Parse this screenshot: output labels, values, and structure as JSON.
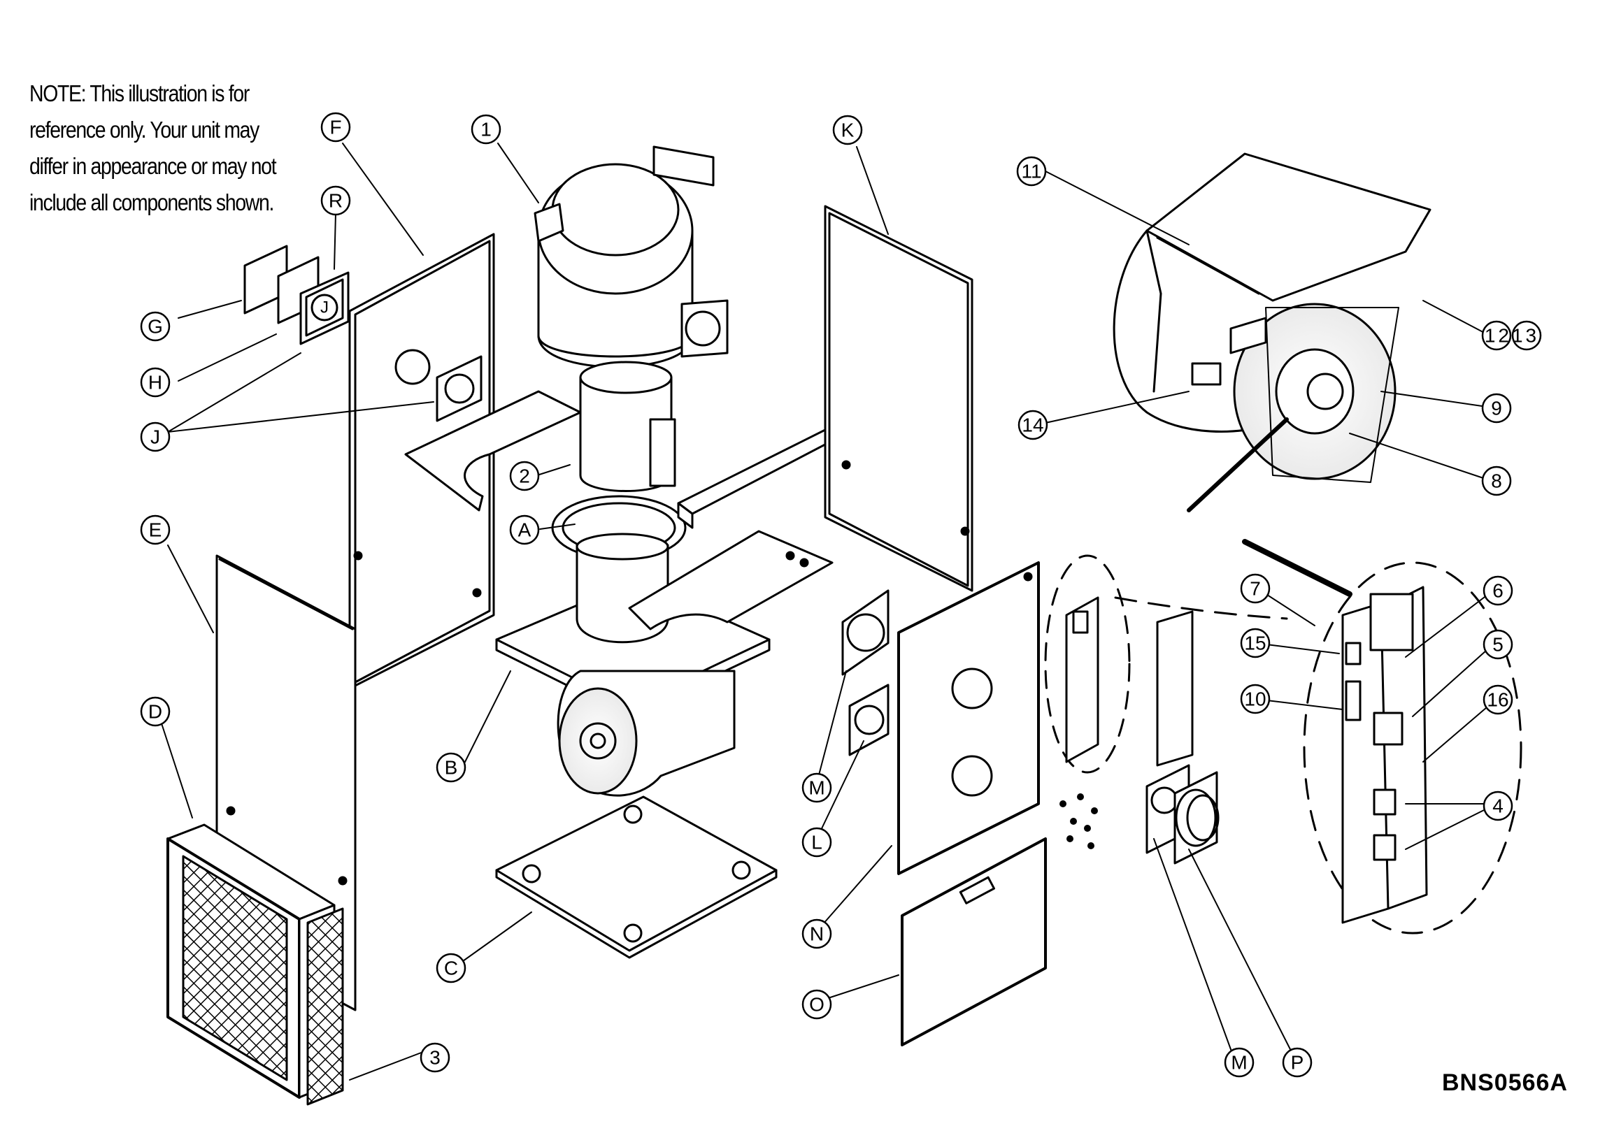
{
  "note": {
    "lines": [
      "NOTE:     This illustration is for",
      "reference only.    Your unit may",
      "differ in appearance or may not",
      "include all components shown."
    ]
  },
  "drawing_code": "BNS0566A",
  "callouts": {
    "F": "F",
    "R": "R",
    "G": "G",
    "H": "H",
    "J1": "J",
    "J2": "J",
    "E": "E",
    "D": "D",
    "three": "3",
    "one": "1",
    "two": "2",
    "A": "A",
    "B": "B",
    "C": "C",
    "K": "K",
    "M1": "M",
    "L": "L",
    "N": "N",
    "O": "O",
    "M2": "M",
    "P": "P",
    "eleven": "11",
    "twelve_thirteen": "1213",
    "nine": "9",
    "eight": "8",
    "fourteen": "14",
    "seven": "7",
    "six": "6",
    "five": "5",
    "sixteen": "16",
    "fifteen": "15",
    "ten": "10",
    "four": "4"
  }
}
